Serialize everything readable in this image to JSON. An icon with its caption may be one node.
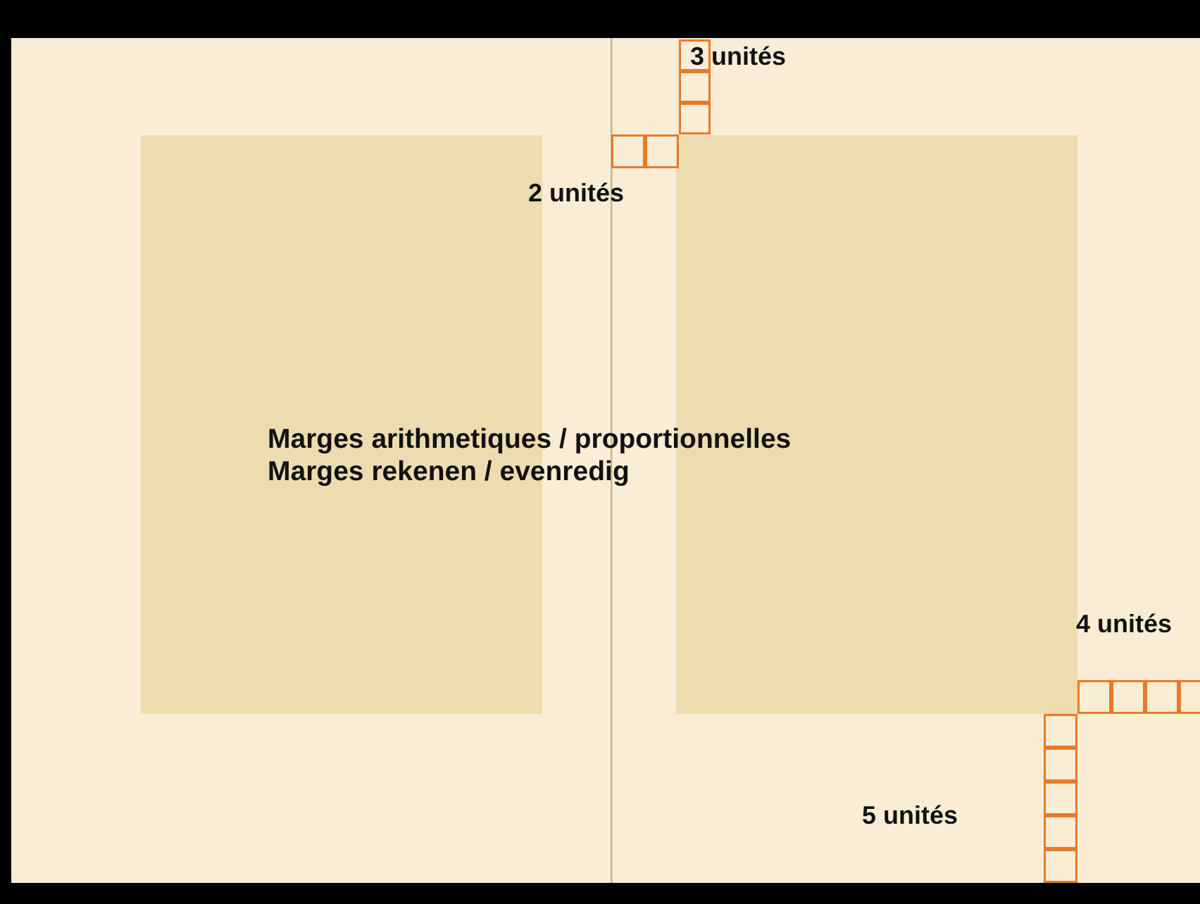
{
  "diagram": {
    "labels": [
      "3 unités",
      "2 unités",
      "Marges arithmetiques / proportionnelles",
      "Marges rekenen / evenredig",
      "4 unités",
      "5 unités"
    ]
  }
}
